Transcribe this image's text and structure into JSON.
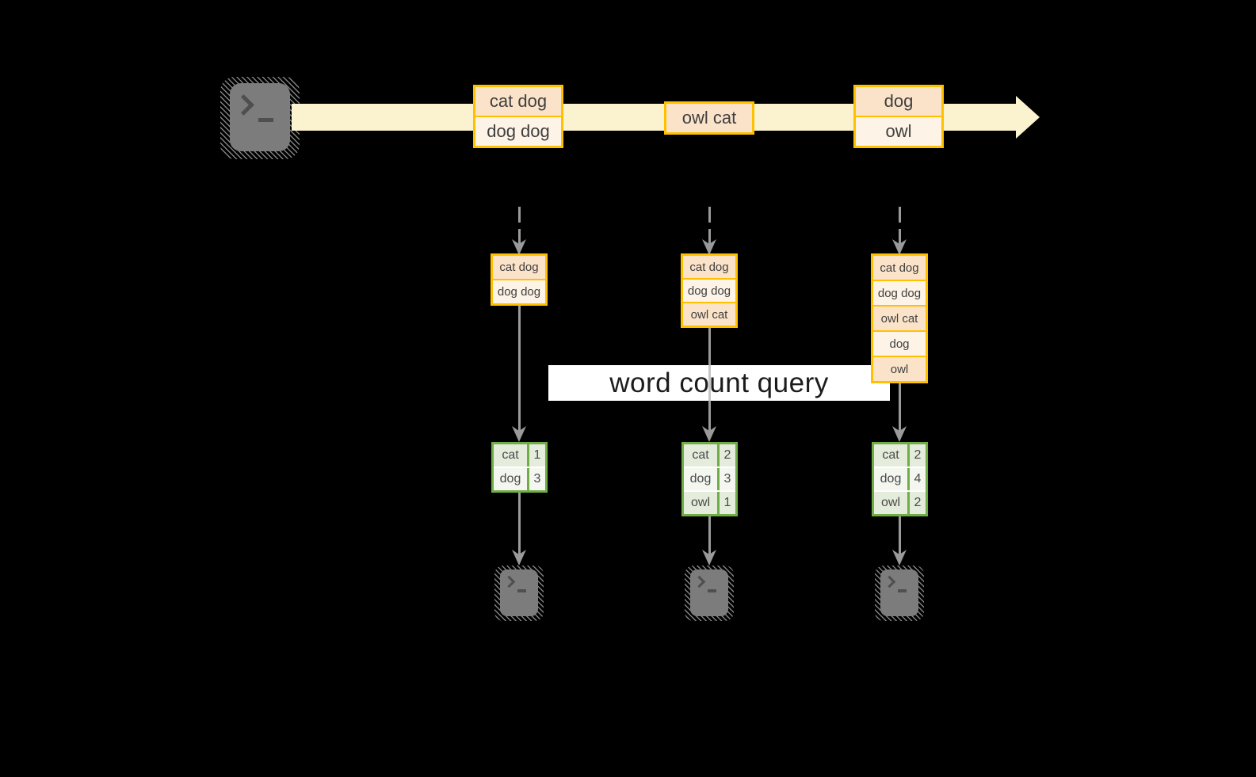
{
  "colors": {
    "background": "#000000",
    "stream-fill": "#fbf2d0",
    "accent-orange": "#ffc000",
    "cell-peach": "#fbe3c9",
    "cell-cream": "#fdf3e7",
    "accent-green": "#70ad47",
    "cell-green": "#e4ecdc",
    "cell-green-light": "#f3f7ef",
    "arrow-gray": "#9a9a9a",
    "terminal-gray": "#7c7c7c",
    "terminal-glyph": "#4f4f4f",
    "cell-text": "#3f3f3f",
    "label-bg": "#ffffff",
    "label-text": "#1c1c1c"
  },
  "icons": {
    "terminal": ">_",
    "stream_arrowhead": "triangle-right",
    "flow_arrowhead": "triangle-down"
  },
  "query_label": "word count query",
  "stream": {
    "batches": [
      {
        "lines": [
          "cat dog",
          "dog dog"
        ]
      },
      {
        "lines": [
          "owl cat"
        ]
      },
      {
        "lines": [
          "dog",
          "owl"
        ]
      }
    ]
  },
  "columns": [
    {
      "state": [
        "cat dog",
        "dog dog"
      ],
      "counts": [
        {
          "word": "cat",
          "value": "1"
        },
        {
          "word": "dog",
          "value": "3"
        }
      ]
    },
    {
      "state": [
        "cat dog",
        "dog dog",
        "owl cat"
      ],
      "counts": [
        {
          "word": "cat",
          "value": "2"
        },
        {
          "word": "dog",
          "value": "3"
        },
        {
          "word": "owl",
          "value": "1"
        }
      ]
    },
    {
      "state": [
        "cat dog",
        "dog dog",
        "owl cat",
        "dog",
        "owl"
      ],
      "counts": [
        {
          "word": "cat",
          "value": "2"
        },
        {
          "word": "dog",
          "value": "4"
        },
        {
          "word": "owl",
          "value": "2"
        }
      ]
    }
  ]
}
